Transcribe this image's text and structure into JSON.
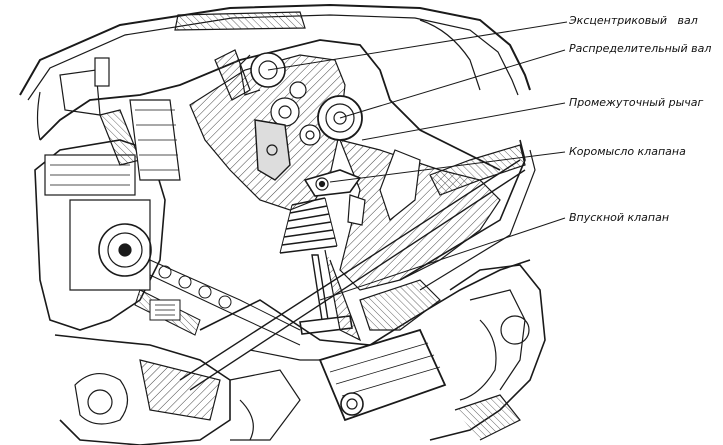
{
  "colors": {
    "ink": "#1a1a1a",
    "background": "#ffffff",
    "hatch": "#444444"
  },
  "labels": [
    {
      "text": "Эксцентриковый   вал"
    },
    {
      "text": "Распределительный вал"
    },
    {
      "text": "Промежуточный рычаг"
    },
    {
      "text": "Коромысло клапана"
    },
    {
      "text": "Впускной клапан"
    }
  ]
}
